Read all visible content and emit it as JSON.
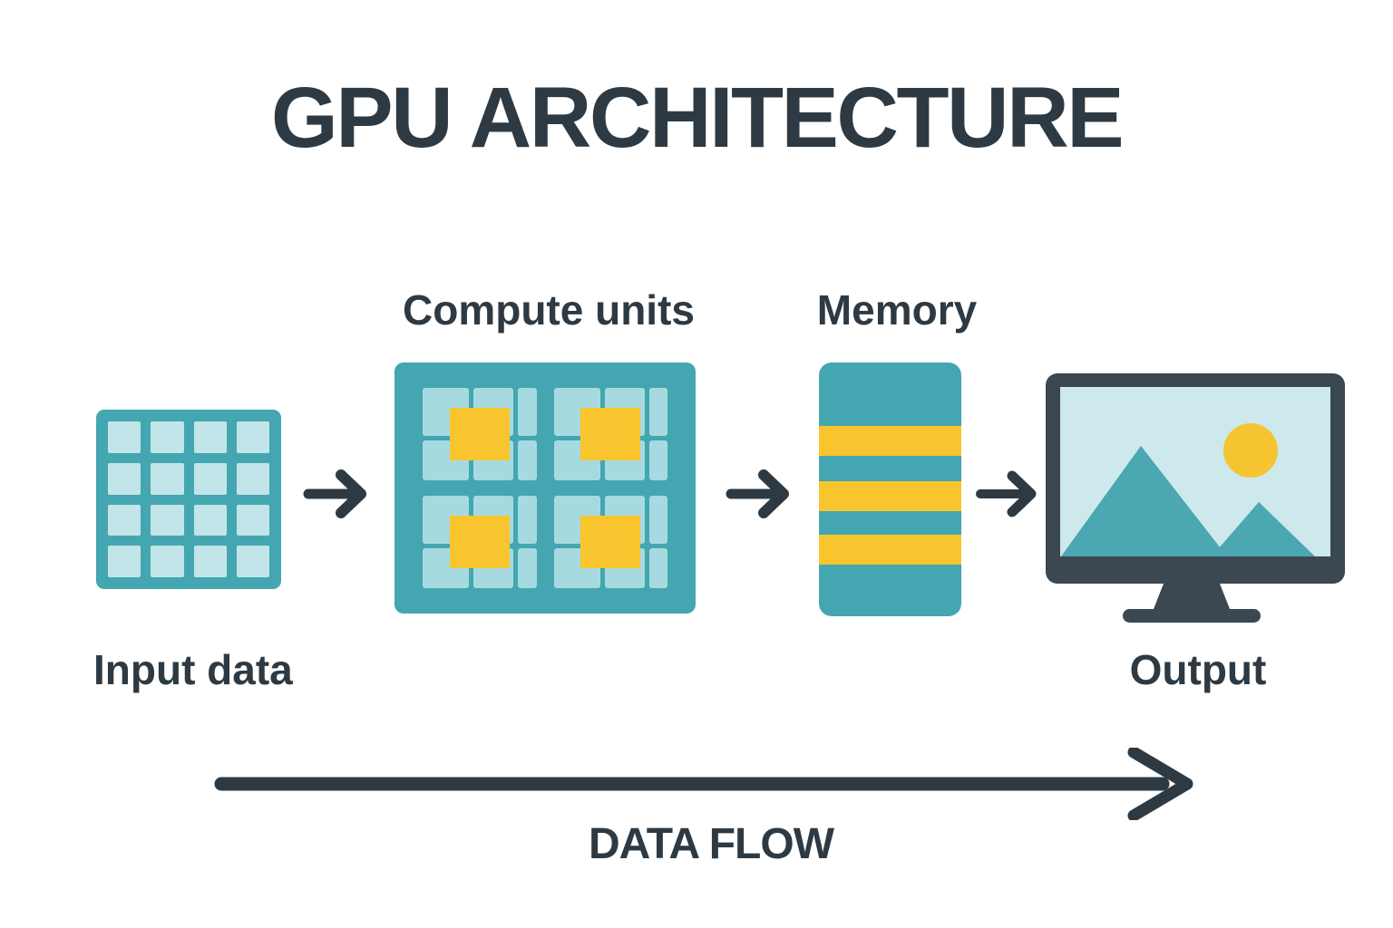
{
  "title": "GPU ARCHITECTURE",
  "colors": {
    "ink": "#2e3a43",
    "teal": "#44a6b0",
    "light": "#c2e5e9",
    "cell": "#a7dae0",
    "yellow": "#f9c52e",
    "bezel": "#3b4751",
    "screen": "#cde9ec",
    "mountain": "#4ba7b2",
    "sun": "#f6c430"
  },
  "nodes": {
    "input": {
      "label": "Input data",
      "icon": "data-grid-icon",
      "grid_rows": 4,
      "grid_cols": 4
    },
    "compute": {
      "label": "Compute units",
      "icon": "compute-units-icon",
      "units": 4,
      "unit_rows": 2,
      "unit_cols": 3
    },
    "memory": {
      "label": "Memory",
      "icon": "memory-stripes-icon",
      "stripes": 3
    },
    "output": {
      "label": "Output",
      "icon": "monitor-landscape-icon"
    }
  },
  "flow": {
    "label": "DATA FLOW",
    "arrows": [
      "input-to-compute",
      "compute-to-memory",
      "memory-to-output"
    ]
  }
}
